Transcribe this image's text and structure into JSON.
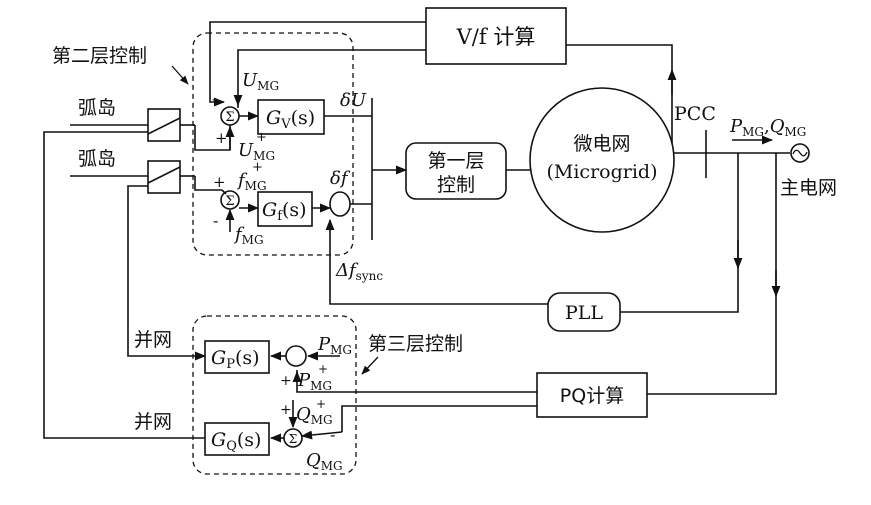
{
  "labels": {
    "secondary_control": "第二层控制",
    "tertiary_control": "第三层控制",
    "island_1": "弧岛",
    "island_2": "弧岛",
    "grid_connect_1": "并网",
    "grid_connect_2": "并网",
    "vf_calc": "V/f 计算",
    "primary_control_line1": "第一层",
    "primary_control_line2": "控制",
    "microgrid_cn": "微电网",
    "microgrid_en": "(Microgrid)",
    "pcc": "PCC",
    "pq_out": "P",
    "pq_out_sub": "MG",
    "pq_out_q": "Q",
    "pq_out_q_sub": "MG",
    "pq_out_sep": ",",
    "main_grid": "主电网",
    "pll": "PLL",
    "pq_calc": "PQ计算"
  },
  "symbols": {
    "u_mg": "U",
    "u_mg_sub": "MG",
    "u_mg_ref": "U",
    "u_mg_ref_sub": "MG",
    "u_mg_ref_sup": "+",
    "f_mg_ref": "f",
    "f_mg_ref_sub": "MG",
    "f_mg_ref_sup": "+",
    "f_mg": "f",
    "f_mg_sub": "MG",
    "gv": "G",
    "gv_sub": "V",
    "gv_arg": "(s)",
    "gf": "G",
    "gf_sub": "f",
    "gf_arg": "(s)",
    "delta_u": "δU",
    "delta_f": "δf",
    "delta_f_sync": "Δf",
    "delta_f_sync_sub": "sync",
    "gp": "G",
    "gp_sub": "P",
    "gp_arg": "(s)",
    "gq": "G",
    "gq_sub": "Q",
    "gq_arg": "(s)",
    "p_mg": "P",
    "p_mg_sub": "MG",
    "p_mg_ref": "P",
    "p_mg_ref_sub": "MG",
    "p_mg_ref_sup": "+",
    "q_mg_ref": "Q",
    "q_mg_ref_sub": "MG",
    "q_mg_ref_sup": "+",
    "q_mg": "Q",
    "q_mg_sub": "MG",
    "sigma": "Σ",
    "plus": "+",
    "minus": "-"
  }
}
